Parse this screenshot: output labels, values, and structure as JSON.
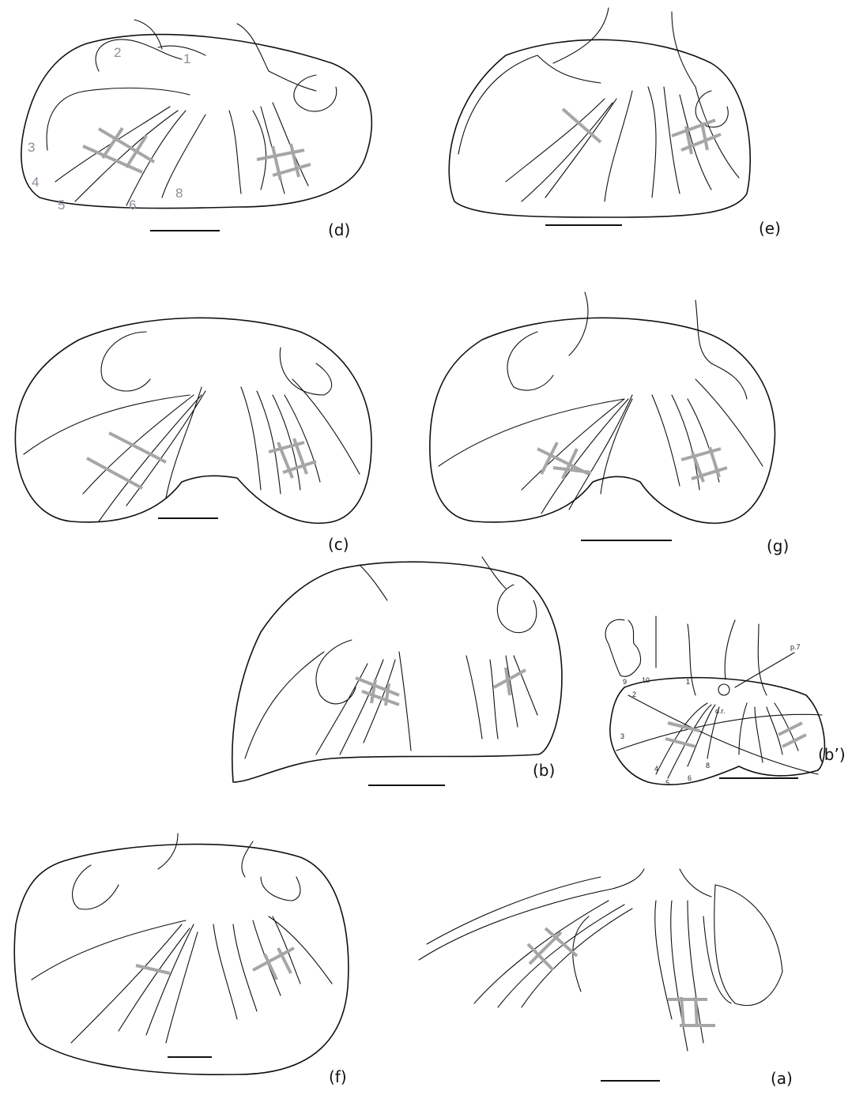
{
  "panels": {
    "d": {
      "label": "(d)"
    },
    "e": {
      "label": "(e)"
    },
    "c": {
      "label": "(c)"
    },
    "g": {
      "label": "(g)"
    },
    "b": {
      "label": "(b)"
    },
    "b_prime": {
      "label": "(b’)"
    },
    "f": {
      "label": "(f)"
    },
    "a": {
      "label": "(a)"
    }
  },
  "digit_labels_d": [
    "1",
    "2",
    "3",
    "4",
    "5",
    "6",
    "8"
  ],
  "b_prime_annotations": {
    "p7": "p.7",
    "dr": "d.r.",
    "digits": [
      "1",
      "2",
      "3",
      "4",
      "5",
      "6",
      "8"
    ],
    "inset_digits": [
      "9",
      "10"
    ]
  },
  "colors": {
    "line": "#111111",
    "marker": "#a6a6a6",
    "number_label": "#8a8f99"
  }
}
